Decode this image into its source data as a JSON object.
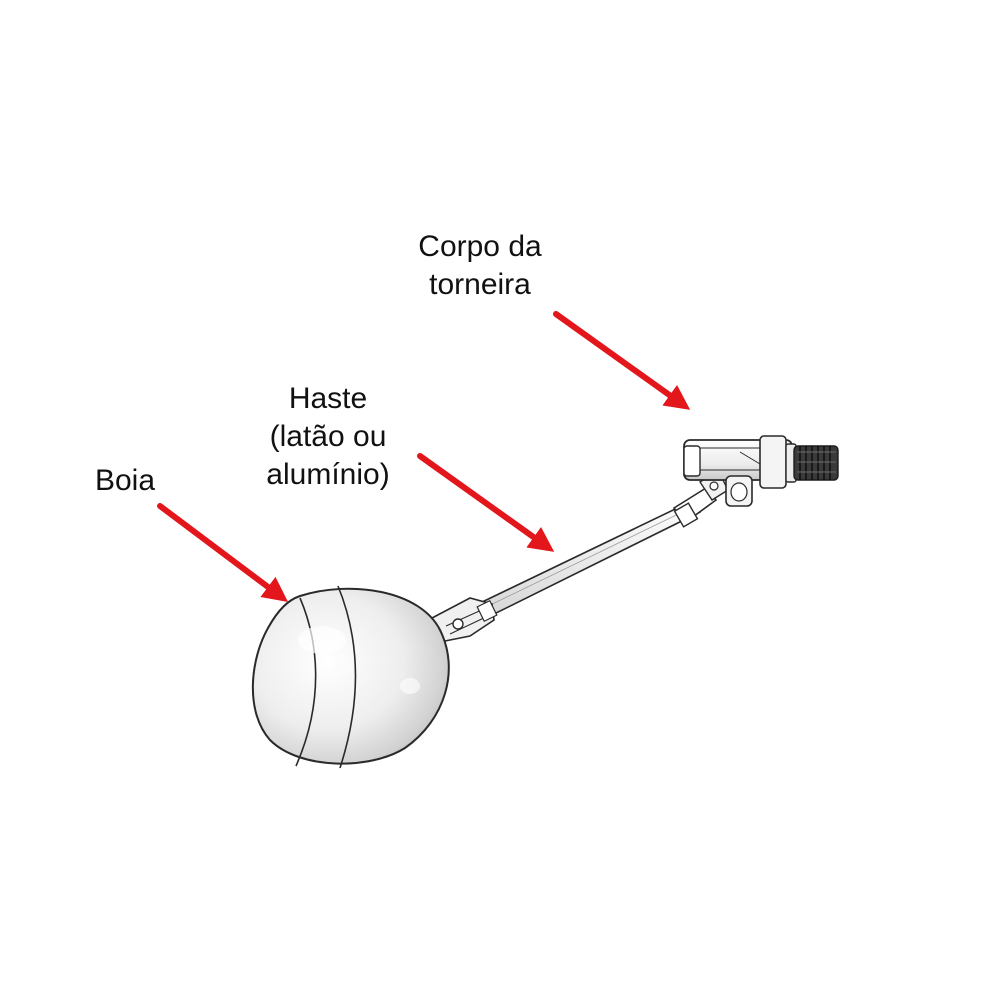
{
  "labels": {
    "boia": [
      "Boia"
    ],
    "haste": [
      "Haste",
      "(latão ou",
      "alumínio)"
    ],
    "corpo": [
      "Corpo da",
      "torneira"
    ]
  },
  "colors": {
    "arrow": "#e3161b",
    "outline": "#2a2a2a",
    "float_light": "#f6f6f6",
    "float_shadow": "#bdbdbd",
    "thread_dark": "#2b2b2b"
  },
  "icons": {
    "arrow": "red-arrow-icon"
  }
}
